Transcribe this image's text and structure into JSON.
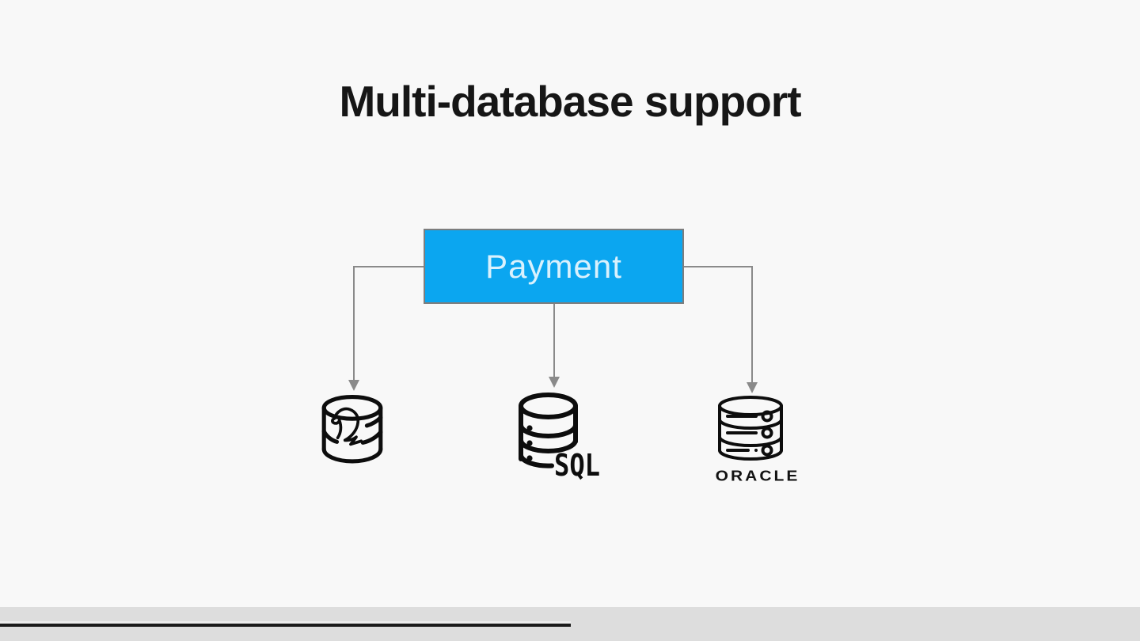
{
  "slide": {
    "title": "Multi-database support",
    "background_color": "#f8f8f8"
  },
  "diagram": {
    "payment_node": {
      "label": "Payment",
      "fill_color": "#0ba6f0",
      "border_color": "#7d7d7d",
      "text_color": "#d9f1fd"
    },
    "connector_color": "#8a8a8a",
    "databases": [
      {
        "id": "mysql",
        "icon": "mysql-dolphin-database-icon",
        "label": ""
      },
      {
        "id": "sql",
        "icon": "sql-database-icon",
        "label": "SQL"
      },
      {
        "id": "oracle",
        "icon": "oracle-database-icon",
        "label": "ORACLE"
      }
    ]
  },
  "footer": {
    "strip_color": "#dddddd",
    "progress_color": "#1a1a1a",
    "progress_percent": 50.1
  }
}
